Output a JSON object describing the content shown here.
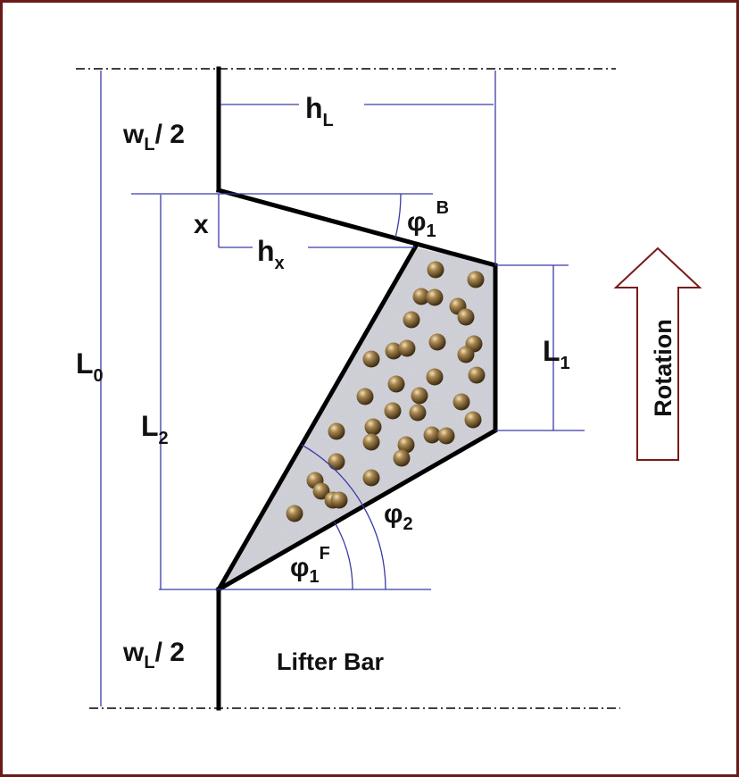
{
  "labels": {
    "wL_top": {
      "base": "w",
      "sub": "L",
      "rest": "/ 2"
    },
    "hL": {
      "base": "h",
      "sub": "L"
    },
    "x": "x",
    "phi1B": {
      "base": "φ",
      "sub": "1",
      "sup": "B"
    },
    "hx": {
      "base": "h",
      "sub": "x"
    },
    "L0": {
      "base": "L",
      "sub": "0"
    },
    "L2": {
      "base": "L",
      "sub": "2"
    },
    "L1": {
      "base": "L",
      "sub": "1"
    },
    "phi2": {
      "base": "φ",
      "sub": "2"
    },
    "phi1F": {
      "base": "φ",
      "sub": "1",
      "sup": "F"
    },
    "wL_bottom": {
      "base": "w",
      "sub": "L",
      "rest": "/ 2"
    },
    "lifter_bar": "Lifter Bar",
    "rotation": "Rotation"
  },
  "colors": {
    "frame": "#6b1a1a",
    "dimension": "#3b3ba8",
    "arrow": "#7a1a1a",
    "ball": "#8a6a3a"
  }
}
